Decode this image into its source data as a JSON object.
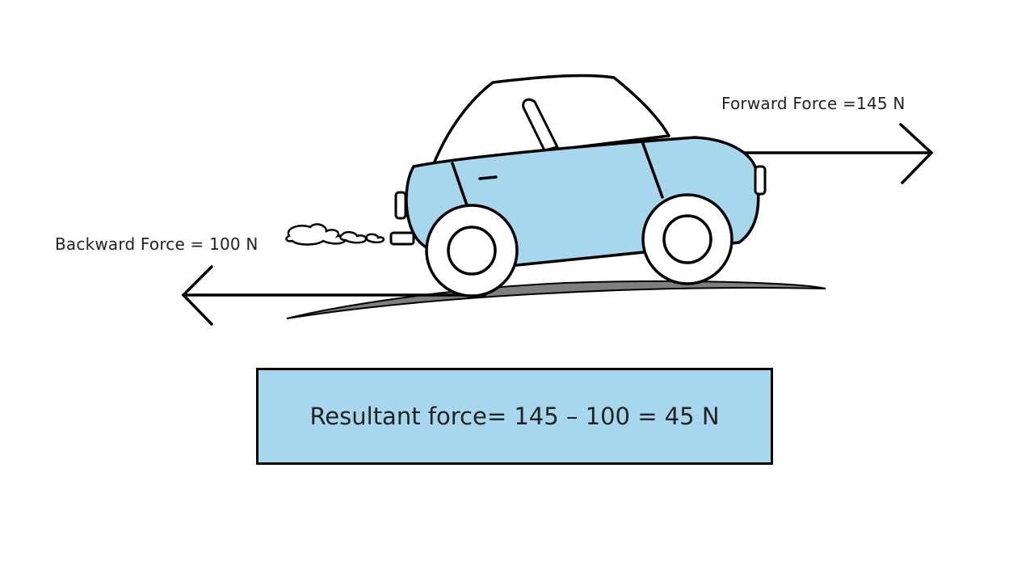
{
  "labels": {
    "backward": "Backward Force = 100 N",
    "forward": "Forward Force =145 N",
    "resultant": "Resultant force= 145 – 100 = 45 N"
  },
  "colors": {
    "car_body": "#a7d7ec",
    "ground_shadow": "#7f7f7f",
    "outline": "#000000",
    "result_box": "#a7d7ec",
    "background": "#ffffff"
  },
  "forces": {
    "forward_N": 145,
    "backward_N": 100,
    "resultant_N": 45
  }
}
